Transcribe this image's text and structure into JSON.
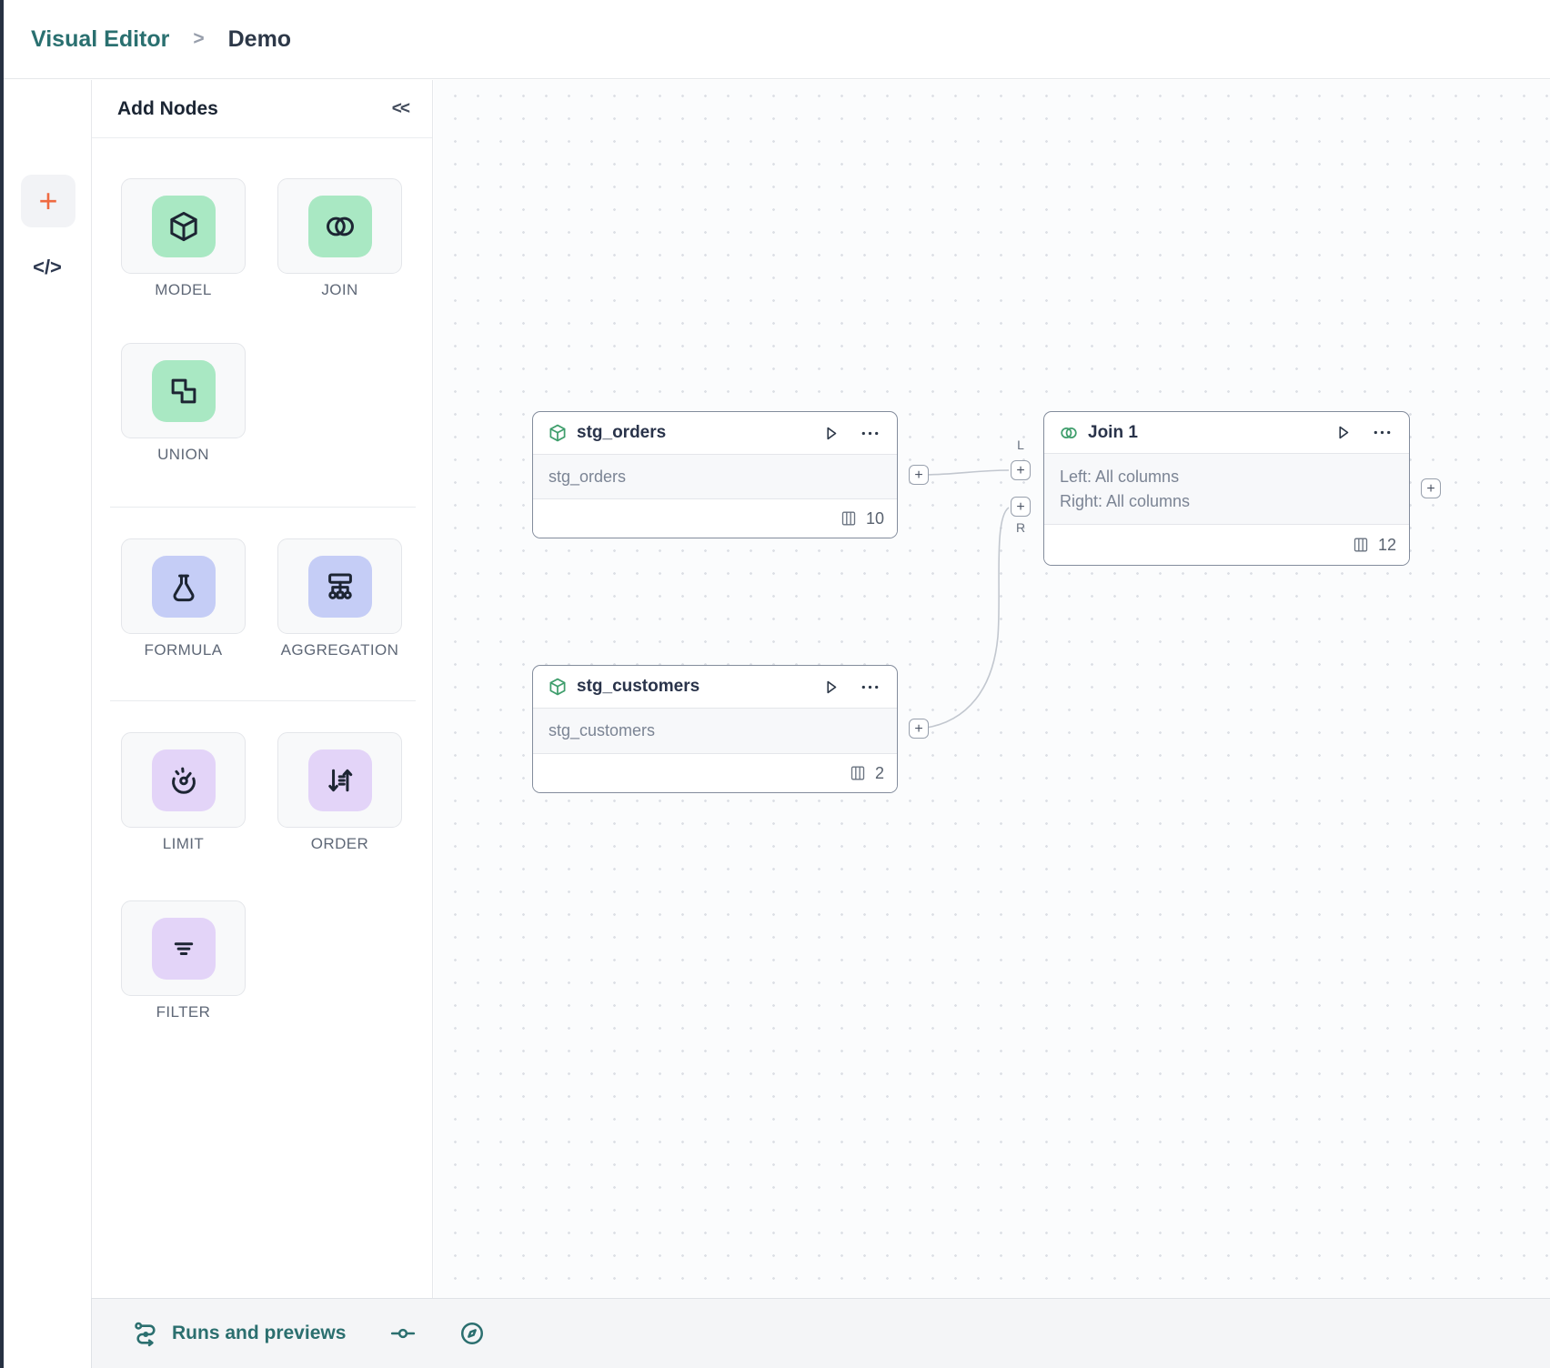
{
  "header": {
    "breadcrumb_primary": "Visual Editor",
    "breadcrumb_separator": ">",
    "breadcrumb_current": "Demo"
  },
  "rail": {
    "add_label": "+",
    "code_label": "</>"
  },
  "panel": {
    "title": "Add Nodes",
    "collapse_label": "<<",
    "tiles": {
      "model": "MODEL",
      "join": "JOIN",
      "union": "UNION",
      "formula": "FORMULA",
      "aggregation": "AGGREGATION",
      "limit": "LIMIT",
      "order": "ORDER",
      "filter": "FILTER"
    }
  },
  "canvas": {
    "nodes": {
      "stg_orders": {
        "title": "stg_orders",
        "body": "stg_orders",
        "columns": "10"
      },
      "stg_customers": {
        "title": "stg_customers",
        "body": "stg_customers",
        "columns": "2"
      },
      "join1": {
        "title": "Join 1",
        "left_line": "Left: All columns",
        "right_line": "Right: All columns",
        "columns": "12"
      }
    },
    "port_plus": "+",
    "port_left_label": "L",
    "port_right_label": "R"
  },
  "statusbar": {
    "runs_label": "Runs and previews"
  },
  "colors": {
    "brand_teal": "#2b6f6f",
    "accent_orange": "#ef6a41",
    "tile_green": "#a9e8c3",
    "tile_blue": "#c5cdf6",
    "tile_purple": "#e3d4f8",
    "node_icon_green": "#3f9e6c",
    "node_border": "#838c9c"
  }
}
